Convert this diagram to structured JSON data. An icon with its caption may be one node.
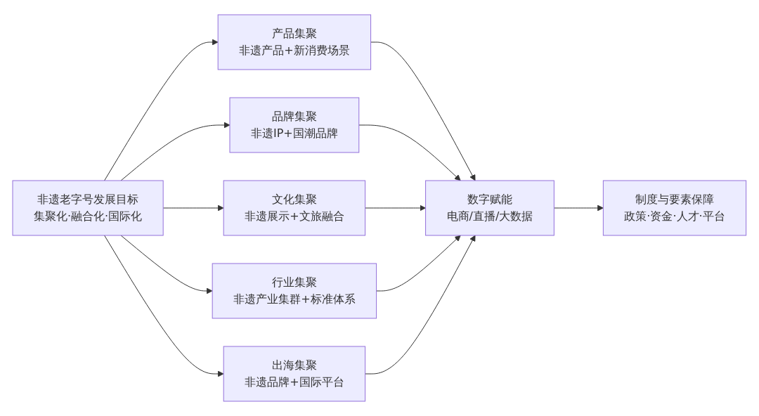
{
  "diagram": {
    "nodes": [
      {
        "text": [
          "非遗老字号发展目标",
          "集聚化·融合化·国际化"
        ]
      },
      {
        "text": [
          "产品集聚",
          "非遗产品+新消费场景"
        ]
      },
      {
        "text": [
          "品牌集聚",
          "非遗IP+国潮品牌"
        ]
      },
      {
        "text": [
          "文化集聚",
          "非遗展示+文旅融合"
        ]
      },
      {
        "text": [
          "行业集聚",
          "非遗产业集群+标准体系"
        ]
      },
      {
        "text": [
          "出海集聚",
          "非遗品牌+国际平台"
        ]
      },
      {
        "text": [
          "数字赋能",
          "电商/直播/大数据"
        ]
      },
      {
        "text": [
          "制度与要素保障",
          "政策·资金·人才·平台"
        ]
      }
    ],
    "edges": [
      {
        "from": 0,
        "to": 1,
        "arrow": "to"
      },
      {
        "from": 0,
        "to": 2,
        "arrow": "to"
      },
      {
        "from": 0,
        "to": 3,
        "arrow": "to"
      },
      {
        "from": 0,
        "to": 4,
        "arrow": "to"
      },
      {
        "from": 0,
        "to": 5,
        "arrow": "to"
      },
      {
        "from": 1,
        "to": 6,
        "arrow": "to"
      },
      {
        "from": 2,
        "to": 6,
        "arrow": "to"
      },
      {
        "from": 3,
        "to": 6,
        "arrow": "to"
      },
      {
        "from": 4,
        "to": 6,
        "arrow": "to"
      },
      {
        "from": 5,
        "to": 6,
        "arrow": "to"
      },
      {
        "from": 6,
        "to": 7,
        "arrow": "to"
      }
    ]
  }
}
